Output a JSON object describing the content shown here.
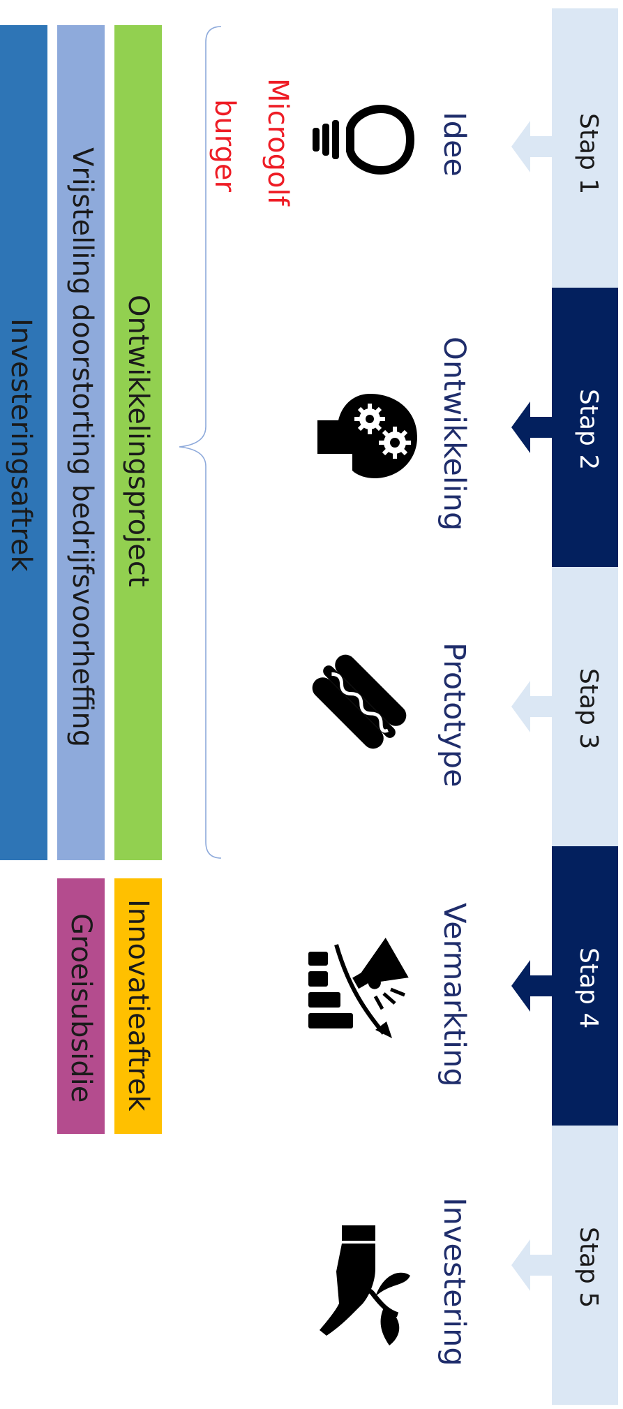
{
  "steps": [
    {
      "stap": "Stap 1",
      "label": "Idee",
      "icon": "lightbulb-icon"
    },
    {
      "stap": "Stap 2",
      "label": "Ontwikkeling",
      "icon": "head-gears-icon"
    },
    {
      "stap": "Stap 3",
      "label": "Prototype",
      "icon": "hotdog-icon"
    },
    {
      "stap": "Stap 4",
      "label": "Vermarkting",
      "icon": "megaphone-chart-icon"
    },
    {
      "stap": "Stap 5",
      "label": "Investering",
      "icon": "hand-plant-icon"
    }
  ],
  "product": {
    "line1": "Microgolf",
    "line2": "burger"
  },
  "bars": {
    "ontwikkelingsproject": "Ontwikkelingsproject",
    "vrijstelling": "Vrijstelling doorstorting bedrijfsvoorheffing",
    "investeringsaftrek": "Investeringsaftrek",
    "innovatieaftrek": "Innovatieaftrek",
    "groeisubsidie": "Groeisubsidie"
  },
  "colors": {
    "stap_light": "#dbe7f4",
    "stap_dark": "#03205e",
    "label": "#1f2d6b",
    "product": "#ee1c25",
    "green": "#92d050",
    "lightblue": "#8eaadb",
    "blue": "#2e75b6",
    "yellow": "#ffc000",
    "magenta": "#b44c8e"
  }
}
